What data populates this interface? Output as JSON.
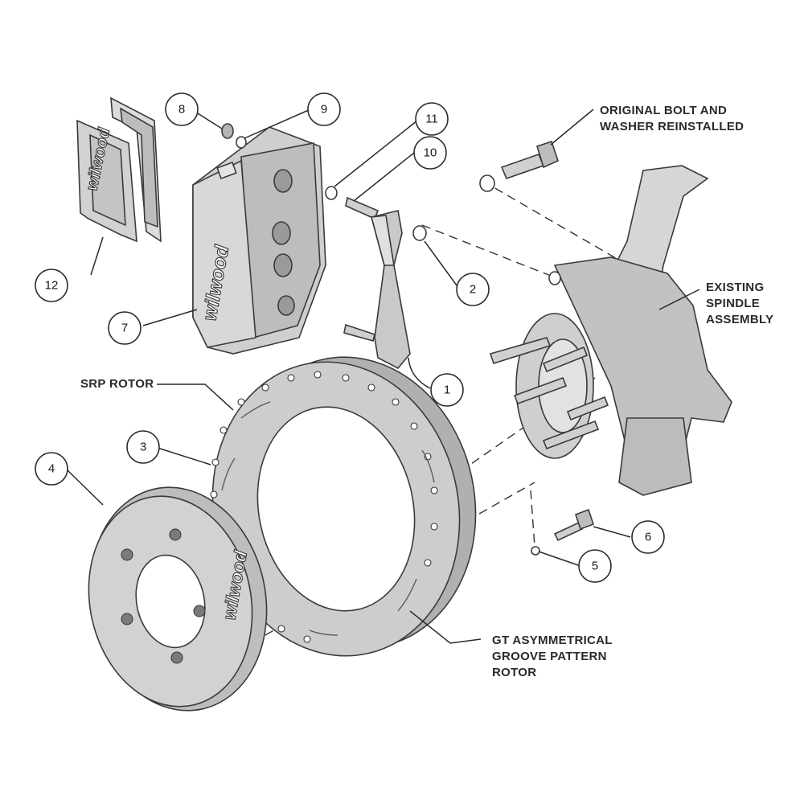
{
  "labels": {
    "original_bolt": [
      "ORIGINAL BOLT AND",
      "WASHER REINSTALLED"
    ],
    "existing_spindle": [
      "EXISTING",
      "SPINDLE",
      "ASSEMBLY"
    ],
    "srp_rotor": "SRP ROTOR",
    "gt_rotor": [
      "GT ASYMMETRICAL",
      "GROOVE PATTERN",
      "ROTOR"
    ]
  },
  "callouts": [
    "1",
    "2",
    "3",
    "4",
    "5",
    "6",
    "7",
    "8",
    "9",
    "10",
    "11",
    "12"
  ],
  "brand_marks": {
    "pads": "wilwood",
    "caliper": "wilwood",
    "hat": "wilwood"
  },
  "colors": {
    "part_fill": "#c9c9c9",
    "part_fill_light": "#dcdcdc",
    "part_fill_dark": "#a8a8a8",
    "outline": "#3a3a3a"
  }
}
